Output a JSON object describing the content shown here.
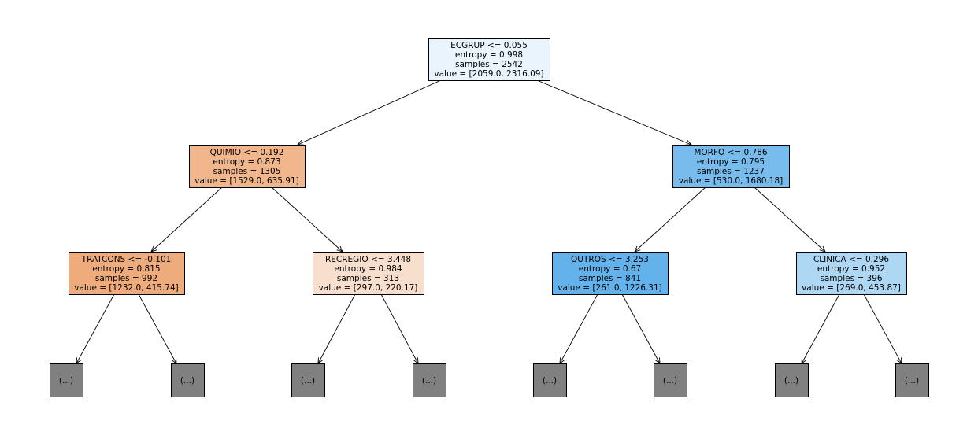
{
  "tree": {
    "nodes": [
      {
        "id": "root",
        "lines": [
          "ECGRUP <= 0.055",
          "entropy = 0.998",
          "samples = 2542",
          "value = [2059.0, 2316.09]"
        ],
        "fill": "#e9f4fc"
      },
      {
        "id": "n1",
        "lines": [
          "QUIMIO <= 0.192",
          "entropy = 0.873",
          "samples = 1305",
          "value = [1529.0, 635.91]"
        ],
        "fill": "#f1b68b"
      },
      {
        "id": "n2",
        "lines": [
          "MORFO <= 0.786",
          "entropy = 0.795",
          "samples = 1237",
          "value = [530.0, 1680.18]"
        ],
        "fill": "#77bced"
      },
      {
        "id": "n3",
        "lines": [
          "TRATCONS <= -0.101",
          "entropy = 0.815",
          "samples = 992",
          "value = [1232.0, 415.74]"
        ],
        "fill": "#eeab7c"
      },
      {
        "id": "n4",
        "lines": [
          "RECREGIO <= 3.448",
          "entropy = 0.984",
          "samples = 313",
          "value = [297.0, 220.17]"
        ],
        "fill": "#f8decc"
      },
      {
        "id": "n5",
        "lines": [
          "OUTROS <= 3.253",
          "entropy = 0.67",
          "samples = 841",
          "value = [261.0, 1226.31]"
        ],
        "fill": "#63b2eb"
      },
      {
        "id": "n6",
        "lines": [
          "CLINICA <= 0.296",
          "entropy = 0.952",
          "samples = 396",
          "value = [269.0, 453.87]"
        ],
        "fill": "#aed7f4"
      },
      {
        "id": "t1",
        "lines": [
          "(...)"
        ],
        "fill": "#808080"
      },
      {
        "id": "t2",
        "lines": [
          "(...)"
        ],
        "fill": "#808080"
      },
      {
        "id": "t3",
        "lines": [
          "(...)"
        ],
        "fill": "#808080"
      },
      {
        "id": "t4",
        "lines": [
          "(...)"
        ],
        "fill": "#808080"
      },
      {
        "id": "t5",
        "lines": [
          "(...)"
        ],
        "fill": "#808080"
      },
      {
        "id": "t6",
        "lines": [
          "(...)"
        ],
        "fill": "#808080"
      },
      {
        "id": "t7",
        "lines": [
          "(...)"
        ],
        "fill": "#808080"
      },
      {
        "id": "t8",
        "lines": [
          "(...)"
        ],
        "fill": "#808080"
      }
    ],
    "edges": [
      [
        "root",
        "n1"
      ],
      [
        "root",
        "n2"
      ],
      [
        "n1",
        "n3"
      ],
      [
        "n1",
        "n4"
      ],
      [
        "n2",
        "n5"
      ],
      [
        "n2",
        "n6"
      ],
      [
        "n3",
        "t1"
      ],
      [
        "n3",
        "t2"
      ],
      [
        "n4",
        "t3"
      ],
      [
        "n4",
        "t4"
      ],
      [
        "n5",
        "t5"
      ],
      [
        "n5",
        "t6"
      ],
      [
        "n6",
        "t7"
      ],
      [
        "n6",
        "t8"
      ]
    ]
  }
}
